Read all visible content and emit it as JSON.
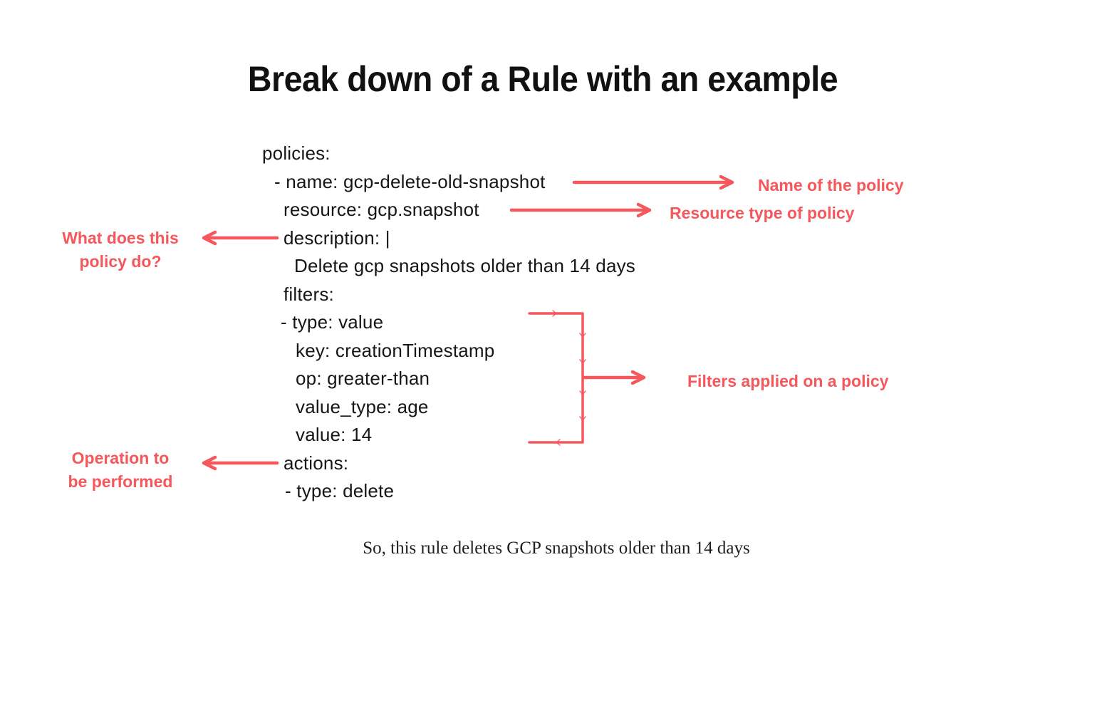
{
  "title": "Break down of a Rule with an example",
  "code": {
    "lines": [
      "policies:",
      "- name: gcp-delete-old-snapshot",
      "resource: gcp.snapshot",
      "description: |",
      "Delete gcp snapshots older than 14 days",
      "filters:",
      "- type: value",
      "key: creationTimestamp",
      "op: greater-than",
      "value_type: age",
      "value: 14",
      "actions:",
      "- type: delete"
    ]
  },
  "annotations": {
    "name_label": "Name of the policy",
    "resource_label": "Resource type of policy",
    "description_label": "What does this policy do?",
    "filters_label": "Filters applied on a policy",
    "actions_label": "Operation to be performed"
  },
  "footer": "So, this rule deletes GCP snapshots older than 14 days",
  "colors": {
    "accent": "#f4575c",
    "code_text": "#161616",
    "title_text": "#111111",
    "footer_text": "#1d1d1d",
    "background": "#ffffff"
  }
}
